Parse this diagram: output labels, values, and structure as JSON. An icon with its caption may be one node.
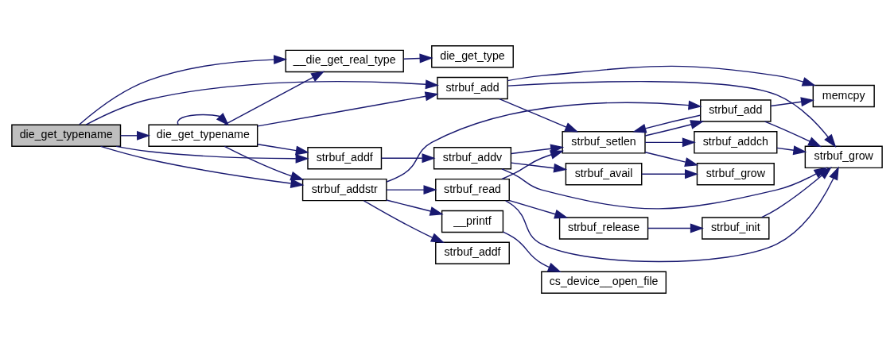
{
  "diagram": {
    "nodes": [
      {
        "text": [
          "die_get_typename"
        ]
      },
      {
        "text": [
          "die_get_typename"
        ]
      },
      {
        "text": [
          "__die_get_real_type"
        ]
      },
      {
        "text": [
          "die_get_type"
        ]
      },
      {
        "text": [
          "strbuf_add"
        ]
      },
      {
        "text": [
          "memcpy"
        ]
      },
      {
        "text": [
          "strbuf_addf"
        ]
      },
      {
        "text": [
          "strbuf_addstr"
        ]
      },
      {
        "text": [
          "strbuf_addv"
        ]
      },
      {
        "text": [
          "strbuf_addf"
        ]
      },
      {
        "text": [
          "__printf"
        ]
      },
      {
        "text": [
          "cs_device__open_file"
        ]
      },
      {
        "text": [
          "strbuf_read"
        ]
      },
      {
        "text": [
          "strbuf_setlen"
        ]
      },
      {
        "text": [
          "strbuf_add"
        ]
      },
      {
        "text": [
          "strbuf_addch"
        ]
      },
      {
        "text": [
          "strbuf_avail"
        ]
      },
      {
        "text": [
          "strbuf_grow"
        ]
      },
      {
        "text": [
          "strbuf_release"
        ]
      },
      {
        "text": [
          "strbuf_init"
        ]
      },
      {
        "text": [
          "strbuf_grow"
        ]
      }
    ],
    "edges": [
      {
        "from": 0,
        "to": 2,
        "arrow": "to"
      },
      {
        "from": 0,
        "to": 4,
        "arrow": "to"
      },
      {
        "from": 0,
        "to": 1,
        "arrow": "to"
      },
      {
        "from": 0,
        "to": 6,
        "arrow": "to"
      },
      {
        "from": 0,
        "to": 7,
        "arrow": "to"
      },
      {
        "from": 1,
        "to": 1,
        "arrow": "to"
      },
      {
        "from": 1,
        "to": 2,
        "arrow": "to"
      },
      {
        "from": 1,
        "to": 4,
        "arrow": "to"
      },
      {
        "from": 1,
        "to": 6,
        "arrow": "to"
      },
      {
        "from": 1,
        "to": 7,
        "arrow": "to"
      },
      {
        "from": 2,
        "to": 3,
        "arrow": "to"
      },
      {
        "from": 4,
        "to": 5,
        "arrow": "to"
      },
      {
        "from": 4,
        "to": 13,
        "arrow": "to"
      },
      {
        "from": 4,
        "to": 20,
        "arrow": "to"
      },
      {
        "from": 6,
        "to": 8,
        "arrow": "to"
      },
      {
        "from": 7,
        "to": 14,
        "arrow": "to"
      },
      {
        "from": 7,
        "to": 9,
        "arrow": "to"
      },
      {
        "from": 7,
        "to": 10,
        "arrow": "to"
      },
      {
        "from": 7,
        "to": 12,
        "arrow": "to"
      },
      {
        "from": 8,
        "to": 13,
        "arrow": "to"
      },
      {
        "from": 8,
        "to": 16,
        "arrow": "to"
      },
      {
        "from": 8,
        "to": 20,
        "arrow": "to"
      },
      {
        "from": 10,
        "to": 11,
        "arrow": "to"
      },
      {
        "from": 12,
        "to": 13,
        "arrow": "to"
      },
      {
        "from": 12,
        "to": 18,
        "arrow": "to"
      },
      {
        "from": 12,
        "to": 20,
        "arrow": "to"
      },
      {
        "from": 13,
        "to": 14,
        "arrow": "to"
      },
      {
        "from": 13,
        "to": 15,
        "arrow": "to"
      },
      {
        "from": 13,
        "to": 17,
        "arrow": "to"
      },
      {
        "from": 14,
        "to": 13,
        "arrow": "to"
      },
      {
        "from": 14,
        "to": 5,
        "arrow": "to"
      },
      {
        "from": 14,
        "to": 20,
        "arrow": "to"
      },
      {
        "from": 15,
        "to": 20,
        "arrow": "to"
      },
      {
        "from": 16,
        "to": 17,
        "arrow": "to"
      },
      {
        "from": 18,
        "to": 19,
        "arrow": "to"
      },
      {
        "from": 19,
        "to": 20,
        "arrow": "to"
      }
    ]
  }
}
